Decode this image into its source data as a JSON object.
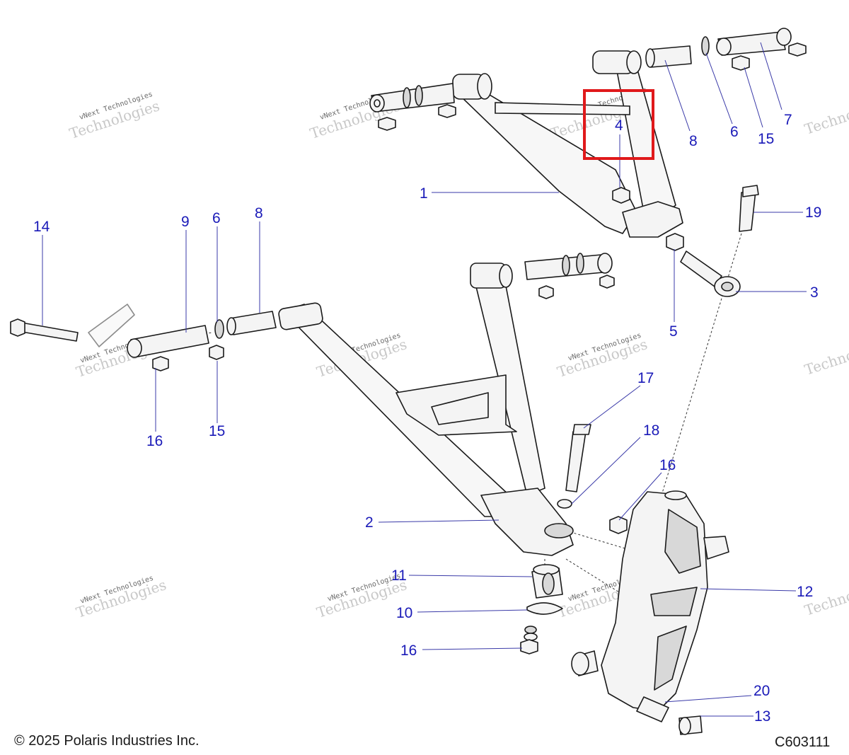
{
  "footer": {
    "copyright": "© 2025 Polaris Industries Inc.",
    "figure_code": "C603111"
  },
  "watermark": {
    "line1": "vNext Technologies",
    "line2": "Technologies",
    "line3": "vNext"
  },
  "callouts": [
    {
      "id": "c1",
      "label": "1"
    },
    {
      "id": "c2",
      "label": "2"
    },
    {
      "id": "c3",
      "label": "3"
    },
    {
      "id": "c4",
      "label": "4"
    },
    {
      "id": "c5",
      "label": "5"
    },
    {
      "id": "c6a",
      "label": "6"
    },
    {
      "id": "c6b",
      "label": "6"
    },
    {
      "id": "c7",
      "label": "7"
    },
    {
      "id": "c8a",
      "label": "8"
    },
    {
      "id": "c8b",
      "label": "8"
    },
    {
      "id": "c9",
      "label": "9"
    },
    {
      "id": "c10",
      "label": "10"
    },
    {
      "id": "c11",
      "label": "11"
    },
    {
      "id": "c12",
      "label": "12"
    },
    {
      "id": "c13",
      "label": "13"
    },
    {
      "id": "c14",
      "label": "14"
    },
    {
      "id": "c15a",
      "label": "15"
    },
    {
      "id": "c15b",
      "label": "15"
    },
    {
      "id": "c16a",
      "label": "16"
    },
    {
      "id": "c16b",
      "label": "16"
    },
    {
      "id": "c16c",
      "label": "16"
    },
    {
      "id": "c17",
      "label": "17"
    },
    {
      "id": "c18",
      "label": "18"
    },
    {
      "id": "c19",
      "label": "19"
    },
    {
      "id": "c20",
      "label": "20"
    }
  ],
  "highlight_color": "#e0191b",
  "callout_color": "#1a1ab8"
}
